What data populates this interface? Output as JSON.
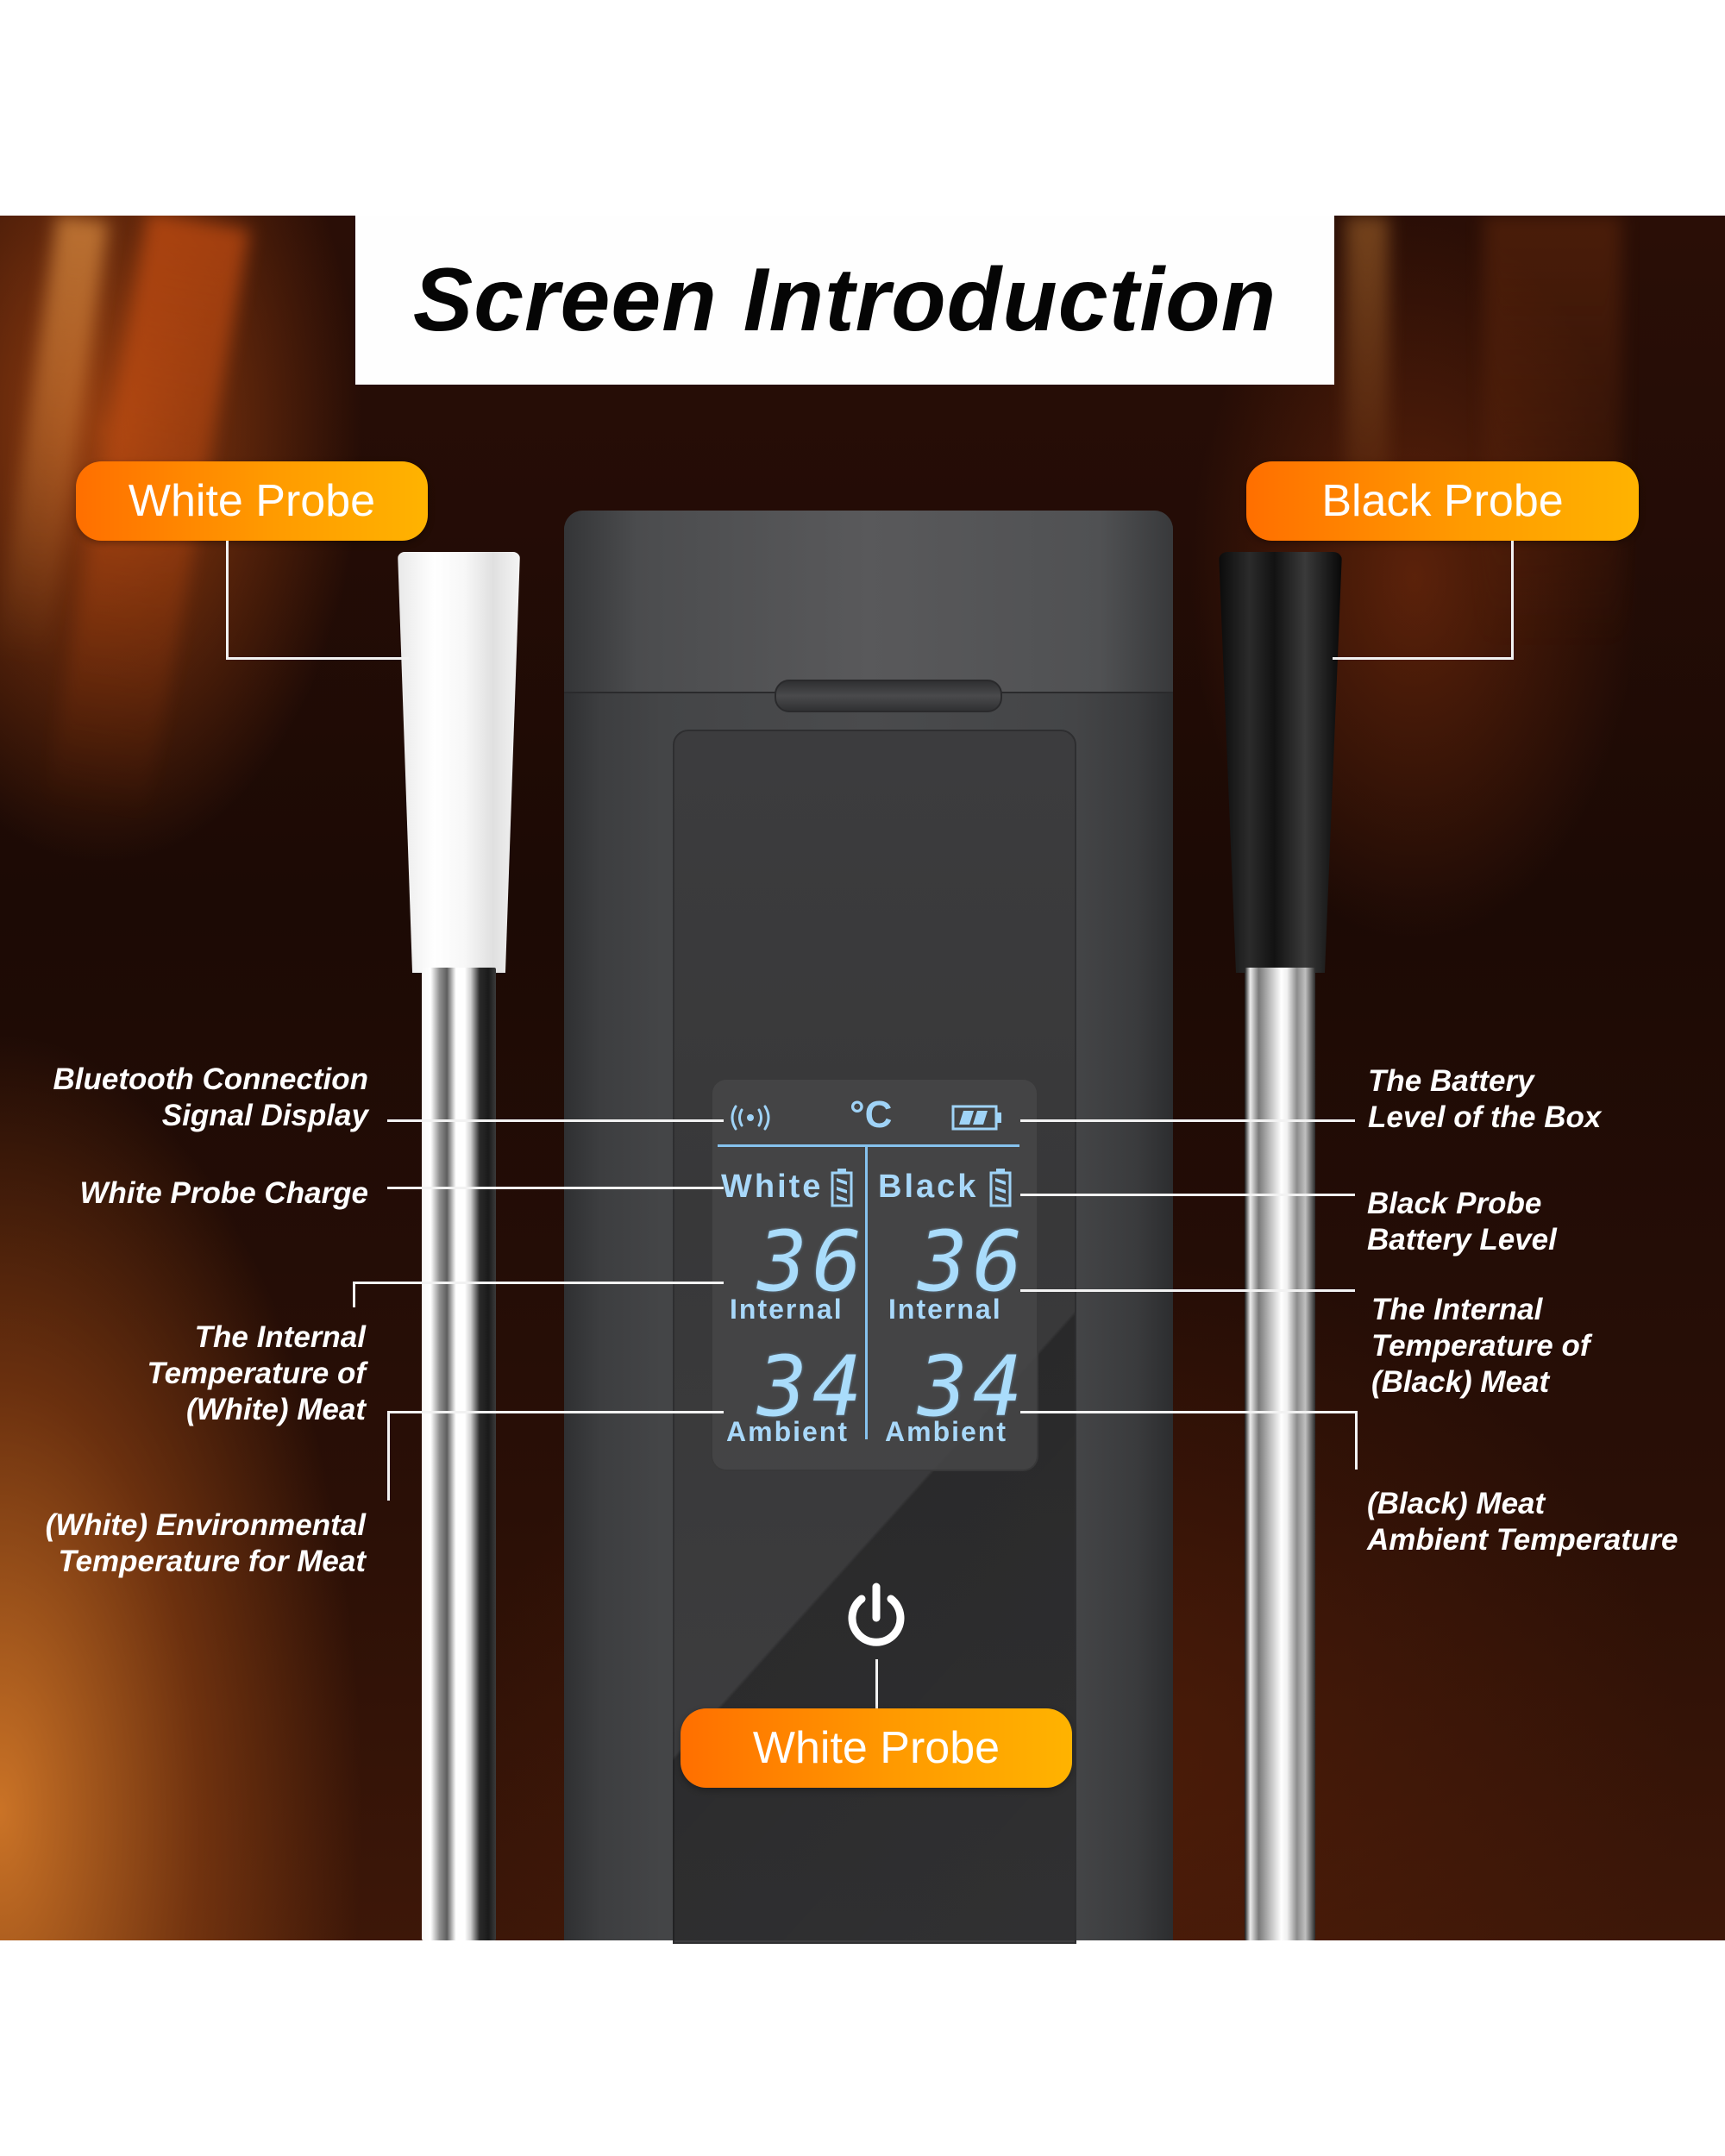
{
  "title": "Screen Introduction",
  "callouts": {
    "white_probe_top": "White Probe",
    "black_probe_top": "Black Probe",
    "power_button_label": "White Probe"
  },
  "annotations": {
    "left": [
      {
        "id": "bluetooth",
        "lines": [
          "Bluetooth Connection",
          "Signal Display"
        ]
      },
      {
        "id": "white_charge",
        "lines": [
          "White Probe Charge"
        ]
      },
      {
        "id": "white_internal",
        "lines": [
          "The Internal",
          "Temperature of",
          "(White) Meat"
        ]
      },
      {
        "id": "white_ambient",
        "lines": [
          "(White) Environmental",
          "Temperature for Meat"
        ]
      }
    ],
    "right": [
      {
        "id": "box_battery",
        "lines": [
          "The Battery",
          "Level of the Box"
        ]
      },
      {
        "id": "black_battery",
        "lines": [
          "Black Probe",
          "Battery Level"
        ]
      },
      {
        "id": "black_internal",
        "lines": [
          "The Internal",
          "Temperature of",
          "(Black) Meat"
        ]
      },
      {
        "id": "black_ambient",
        "lines": [
          "(Black) Meat",
          "Ambient Temperature"
        ]
      }
    ]
  },
  "lcd": {
    "unit": "°C",
    "icons": {
      "signal": "bluetooth-signal-icon",
      "unit": "celsius-icon",
      "battery": "battery-icon"
    },
    "white": {
      "name": "White",
      "internal_value": "36",
      "internal_label": "Internal",
      "ambient_value": "34",
      "ambient_label": "Ambient"
    },
    "black": {
      "name": "Black",
      "internal_value": "36",
      "internal_label": "Internal",
      "ambient_value": "34",
      "ambient_label": "Ambient"
    }
  },
  "colors": {
    "pill_start": "#ff6f00",
    "pill_end": "#ffb300",
    "lcd_text": "#a8d8fa",
    "device_body": "#454648",
    "title_text": "#050505"
  }
}
